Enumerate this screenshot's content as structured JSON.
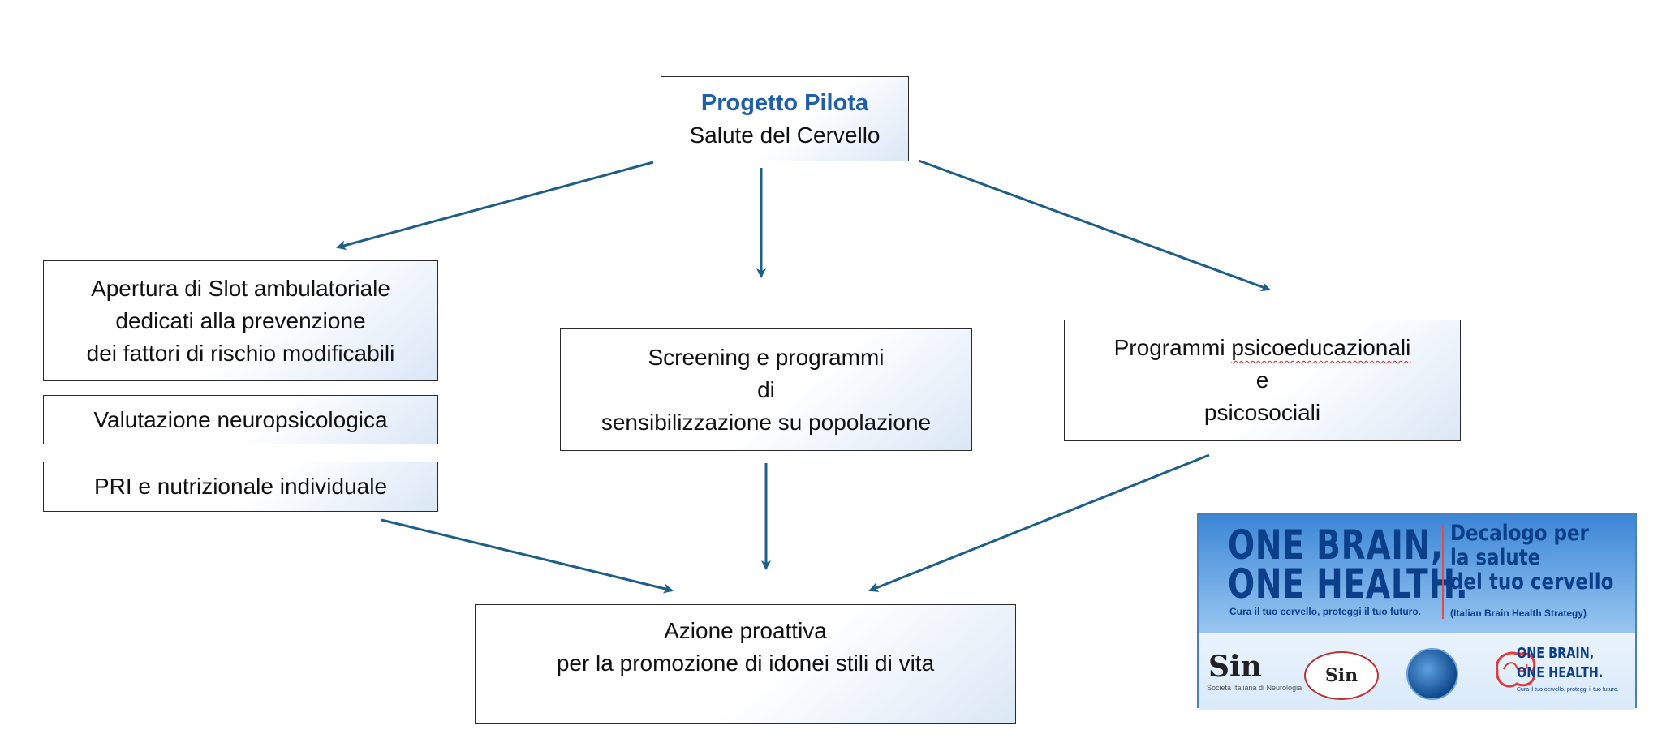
{
  "nodes": {
    "root": {
      "title": "Progetto Pilota",
      "subtitle": "Salute del Cervello"
    },
    "left_1": [
      "Apertura di Slot ambulatoriale",
      "dedicati alla prevenzione",
      "dei fattori di rischio modificabili"
    ],
    "left_2": "Valutazione neuropsicologica",
    "left_3": "PRI e nutrizionale individuale",
    "middle": [
      "Screening e programmi",
      "di",
      "sensibilizzazione su popolazione"
    ],
    "right": {
      "line1_prefix": "Programmi ",
      "line1_underlined": "psicoeducazionali",
      "line2": "e",
      "line3": "psicosociali"
    },
    "bottom": [
      "Azione proattiva",
      "per la promozione di idonei stili di vita"
    ]
  },
  "logo": {
    "headline_line1": "ONE BRAIN,",
    "headline_line2": "ONE HEALTH.",
    "tagline": "Cura il tuo cervello, proteggi il tuo futuro.",
    "decalogo_lines": [
      "Decalogo per",
      "la salute",
      "del tuo cervello"
    ],
    "decalogo_sub": "(Italian Brain Health Strategy)",
    "sponsor_1": "Sin",
    "sponsor_1_caption": "Società Italiana di Neurologia",
    "sponsor_2": "Sin",
    "small_logo_line1": "ONE BRAIN,",
    "small_logo_line2": "ONE HEALTH.",
    "small_logo_tagline": "Cura il tuo cervello, proteggi il tuo futuro."
  },
  "colors": {
    "arrow": "#1f5e85",
    "title_blue": "#1f5ea8",
    "logo_blue": "#0c3f8a"
  }
}
